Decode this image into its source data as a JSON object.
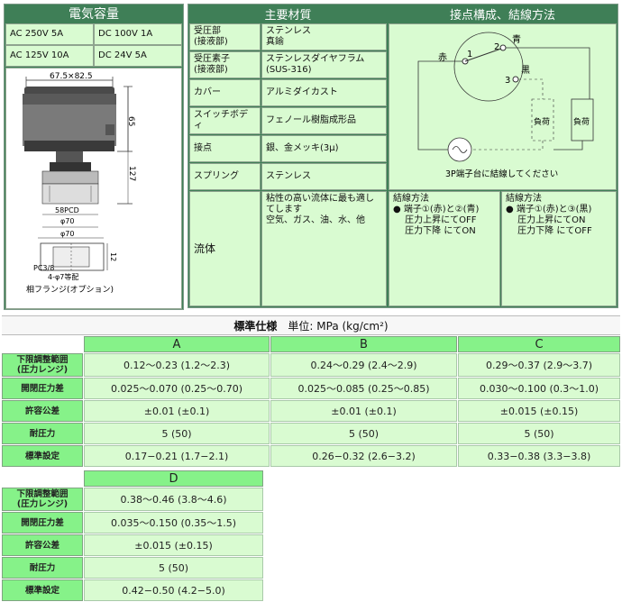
{
  "capacity": {
    "title": "電気容量",
    "cells": [
      "AC 250V 5A",
      "DC 100V 1A",
      "AC 125V 10A",
      "DC 24V 5A"
    ]
  },
  "drawing": {
    "dim_top": "67.5×82.5",
    "dim_65": "65",
    "dim_127": "127",
    "pcd": "58PCD",
    "phi70a": "φ70",
    "phi70b": "φ70",
    "dim_12": "12",
    "pc": "PC3/8",
    "holes": "4-φ7等配",
    "caption": "相フランジ(オプション)"
  },
  "materials": {
    "title": "主要材質",
    "rows": [
      {
        "label": "受圧部\n(接液部)",
        "value": "ステンレス\n真鍮"
      },
      {
        "label": "受圧素子\n(接液部)",
        "value": "ステンレスダイヤフラム\n(SUS-316)"
      },
      {
        "label": "カバー",
        "value": "アルミダイカスト"
      },
      {
        "label": "スイッチボディ",
        "value": "フェノール樹脂成形品"
      },
      {
        "label": "接点",
        "value": "銀、金メッキ(3μ)"
      },
      {
        "label": "スプリング",
        "value": "ステンレス"
      }
    ],
    "fluid_label": "流体",
    "fluid_value": "粘性の高い流体に最も適し\nてします\n空気、ガス、油、水、他"
  },
  "wiring": {
    "title": "接点構成、結線方法",
    "labels": {
      "red": "赤",
      "blue": "青",
      "black": "黒",
      "t1": "1",
      "t2": "2",
      "t3": "3",
      "load1": "負荷",
      "load2": "負荷",
      "note": "3P端子台に結線してください"
    },
    "method_a": "結線方法\n● 端子①(赤)と②(青)\n　 圧力上昇にてOFF\n　 圧力下降 にてON",
    "method_b": "結線方法\n● 端子①(赤)と③(黒)\n　 圧力上昇にてON\n　 圧力下降 にてOFF"
  },
  "spec": {
    "title": "標準仕様",
    "unit": "単位: MPa (kg/cm²)",
    "row_labels": [
      "下限調整範囲\n(圧力レンジ)",
      "開閉圧力差",
      "許容公差",
      "耐圧力",
      "標準設定"
    ],
    "columns": [
      {
        "name": "A",
        "values": [
          "0.12〜0.23 (1.2〜2.3)",
          "0.025〜0.070 (0.25〜0.70)",
          "±0.01 (±0.1)",
          "5 (50)",
          "0.17−0.21 (1.7−2.1)"
        ]
      },
      {
        "name": "B",
        "values": [
          "0.24〜0.29 (2.4〜2.9)",
          "0.025〜0.085 (0.25〜0.85)",
          "±0.01 (±0.1)",
          "5 (50)",
          "0.26−0.32 (2.6−3.2)"
        ]
      },
      {
        "name": "C",
        "values": [
          "0.29〜0.37 (2.9〜3.7)",
          "0.030〜0.100 (0.3〜1.0)",
          "±0.015 (±0.15)",
          "5 (50)",
          "0.33−0.38 (3.3−3.8)"
        ]
      },
      {
        "name": "D",
        "values": [
          "0.38〜0.46 (3.8〜4.6)",
          "0.035〜0.150 (0.35〜1.5)",
          "±0.015 (±0.15)",
          "5 (50)",
          "0.42−0.50 (4.2−5.0)"
        ]
      }
    ]
  }
}
